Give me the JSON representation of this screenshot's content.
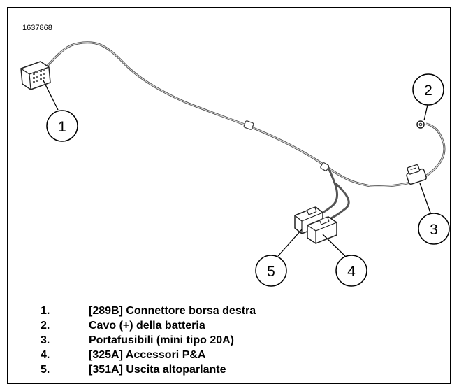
{
  "figure_id": "1637868",
  "callouts": [
    "1",
    "2",
    "3",
    "4",
    "5"
  ],
  "legend": [
    {
      "number": "1.",
      "text": "[289B] Connettore borsa destra"
    },
    {
      "number": "2.",
      "text": "Cavo (+) della batteria"
    },
    {
      "number": "3.",
      "text": "Portafusibili (mini tipo 20A)"
    },
    {
      "number": "4.",
      "text": "[325A] Accessori P&A"
    },
    {
      "number": "5.",
      "text": "[351A] Uscita altoparlante"
    }
  ]
}
